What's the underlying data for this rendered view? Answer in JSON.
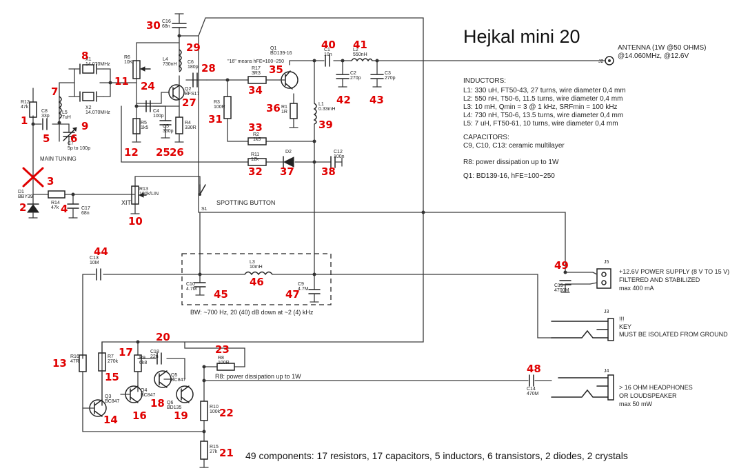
{
  "title": "Hejkal mini 20",
  "footer": "49 components: 17 resistors, 17 capacitors, 5 inductors, 6 transistors, 2 diodes, 2 crystals",
  "antenna": {
    "ref": "J2",
    "line1": "ANTENNA (1W @50 OHMS)",
    "line2": "@14.060MHz, @12.6V"
  },
  "notes": {
    "inductors_header": "INDUCTORS:",
    "inductors": [
      "L1: 330 uH, FT50-43, 27 turns, wire diameter 0,4 mm",
      "L2: 550 nH, T50-6, 11.5 turns, wire diameter 0,4 mm",
      "L3: 10 mH, Qmin = 3 @ 1 kHz, SRFmin = 100 kHz",
      "L4: 730 nH, T50-6, 13.5 turns, wire diameter 0,4 mm",
      "L5: 7 uH, FT50-61, 10 turns, wire diameter 0,4 mm"
    ],
    "capacitors_header": "CAPACITORS:",
    "capacitors": [
      "C9, C10, C13: ceramic multilayer"
    ],
    "r8": "R8: power dissipation up to 1W",
    "q1": "Q1: BD139-16, hFE=100~250"
  },
  "labels": {
    "q1_note": "\"16\" means hFE=100~250",
    "main_tuning": "MAIN TUNING",
    "xit": "XIT",
    "spotting": "SPOTTING BUTTON",
    "bw": "BW: ~700 Hz, 20 (40) dB down at ~2 (4) kHz",
    "r8_note": "R8: power dissipation up to 1W",
    "power": [
      "+12.6V POWER SUPPLY (8 V TO 15 V)",
      "FILTERED AND STABILIZED",
      "max 400 mA"
    ],
    "key": [
      "!!!",
      "KEY",
      "MUST BE ISOLATED FROM GROUND"
    ],
    "phones": [
      "> 16 OHM HEADPHONES",
      "OR LOUDSPEAKER",
      "max 50 mW"
    ]
  },
  "parts": {
    "C16": [
      "C16",
      "68n"
    ],
    "R6": [
      "R6",
      "10K"
    ],
    "L4": [
      "L4",
      "730nH"
    ],
    "C6": [
      "C6",
      "180p"
    ],
    "Q2": [
      "Q2",
      "BFS17"
    ],
    "X1": [
      "X1",
      "14.070MHz"
    ],
    "X2": [
      "X2",
      "14.070MHz"
    ],
    "R12": [
      "R12",
      "47k"
    ],
    "C8": [
      "C8",
      "33p"
    ],
    "L5": [
      "L5",
      "7uH"
    ],
    "C7": [
      "C7",
      "5p to 100p"
    ],
    "C4": [
      "C4",
      "100p"
    ],
    "R5": [
      "R5",
      "1k5"
    ],
    "C5": [
      "C5",
      "330p"
    ],
    "R4": [
      "R4",
      "330R"
    ],
    "Q1": [
      "Q1",
      "BD139-16"
    ],
    "R17": [
      "R17",
      "3R3"
    ],
    "R3": [
      "R3",
      "100R"
    ],
    "R1": [
      "R1",
      "1R"
    ],
    "L1": [
      "L1",
      "0.33mH"
    ],
    "C1": [
      "C1",
      "10n"
    ],
    "L2": [
      "L2",
      "550nH"
    ],
    "C2": [
      "C2",
      "270p"
    ],
    "C3": [
      "C3",
      "270p"
    ],
    "R2": [
      "R2",
      "1k5"
    ],
    "R11": [
      "R11",
      "12k"
    ],
    "D2": [
      "D2",
      ""
    ],
    "C12": [
      "C12",
      "100n"
    ],
    "D1": [
      "D1",
      "BBY39"
    ],
    "R14": [
      "R14",
      "47k"
    ],
    "C17": [
      "C17",
      "68n"
    ],
    "R13": [
      "R13",
      "100k/LIN"
    ],
    "S1": [
      "S1",
      ""
    ],
    "C13": [
      "C13",
      "10M"
    ],
    "L3": [
      "L3",
      "10mH"
    ],
    "C10": [
      "C10",
      "4.7M"
    ],
    "C9": [
      "C9",
      "4.7M"
    ],
    "C15": [
      "C15",
      "4700M"
    ],
    "J5": [
      "J5",
      ""
    ],
    "J3": [
      "J3",
      ""
    ],
    "J4": [
      "J4",
      ""
    ],
    "R16": [
      "R16",
      "47R"
    ],
    "R7": [
      "R7",
      "270k"
    ],
    "R9": [
      "R9",
      "6k8"
    ],
    "C18": [
      "C18",
      "22n"
    ],
    "R8": [
      "R8",
      "100R"
    ],
    "Q3": [
      "Q3",
      "BC847"
    ],
    "Q4": [
      "Q4",
      "BC847"
    ],
    "Q5": [
      "Q5",
      "BC847"
    ],
    "Q6": [
      "Q6",
      "BD135"
    ],
    "R10": [
      "R10",
      "100k"
    ],
    "R15": [
      "R15",
      "27k"
    ],
    "C14": [
      "C14",
      "470M"
    ]
  },
  "numbers": [
    "1",
    "2",
    "3",
    "4",
    "5",
    "6",
    "7",
    "8",
    "9",
    "10",
    "11",
    "12",
    "13",
    "14",
    "15",
    "16",
    "17",
    "18",
    "19",
    "20",
    "21",
    "22",
    "23",
    "24",
    "25",
    "26",
    "27",
    "28",
    "29",
    "30",
    "31",
    "32",
    "33",
    "34",
    "35",
    "36",
    "37",
    "38",
    "39",
    "40",
    "41",
    "42",
    "43",
    "44",
    "45",
    "46",
    "47",
    "48",
    "49"
  ],
  "colors": {
    "annotation": "#e00000",
    "wire": "#3a3a3a",
    "text": "#222222"
  }
}
